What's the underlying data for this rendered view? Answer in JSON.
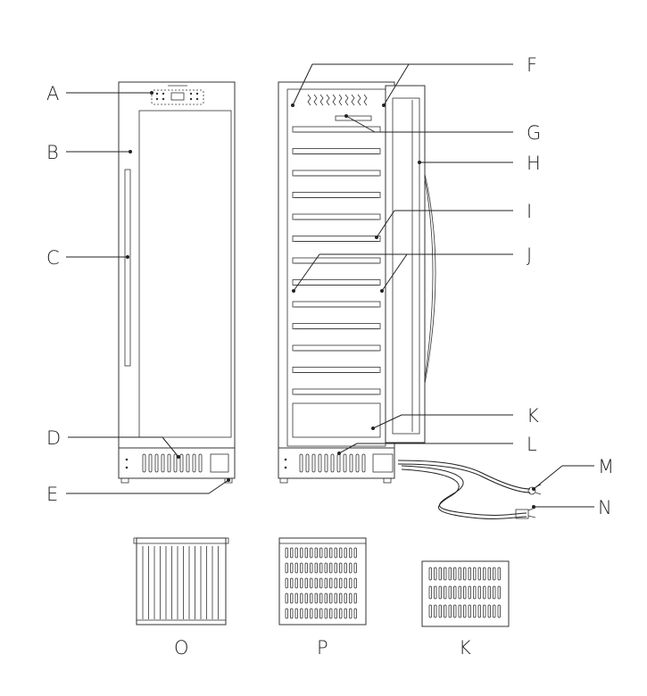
{
  "labels": {
    "A": "A",
    "B": "B",
    "C": "C",
    "D": "D",
    "E": "E",
    "F": "F",
    "G": "G",
    "H": "H",
    "I": "I",
    "J": "J",
    "K": "K",
    "L": "L",
    "M": "M",
    "N": "N",
    "O": "O",
    "P": "P",
    "K2": "K"
  }
}
